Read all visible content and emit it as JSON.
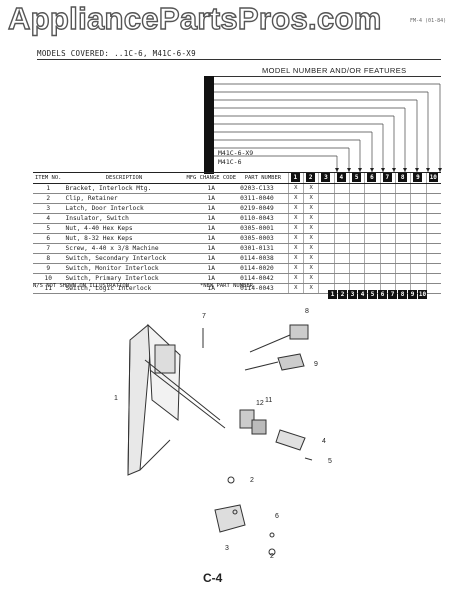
{
  "watermark": "AppliancePartsPros.com",
  "form_number": "FM-4 (01-84)",
  "models_covered_label": "MODELS COVERED:",
  "models_covered_value": "..1C-6, M41C-6-X9",
  "features_header": "MODEL NUMBER AND/OR FEATURES",
  "model_rows": [
    "M41C-6-X9",
    "M41C-6"
  ],
  "table": {
    "headers": {
      "no": "ITEM NO.",
      "desc": "DESCRIPTION",
      "code": "MFG CHANGE CODE",
      "part": "PART NUMBER"
    },
    "column_numbers": [
      "1",
      "2",
      "3",
      "4",
      "5",
      "6",
      "7",
      "8",
      "9",
      "10"
    ],
    "rows": [
      {
        "no": "1",
        "desc": "Bracket, Interlock Mtg.",
        "code": "1A",
        "part": "0203-C133",
        "m1": "X",
        "m2": "X"
      },
      {
        "no": "2",
        "desc": "Clip, Retainer",
        "code": "1A",
        "part": "0311-0040",
        "m1": "X",
        "m2": "X"
      },
      {
        "no": "3",
        "desc": "Latch, Door Interlock",
        "code": "1A",
        "part": "0219-0049",
        "m1": "X",
        "m2": "X"
      },
      {
        "no": "4",
        "desc": "Insulator, Switch",
        "code": "1A",
        "part": "0110-0043",
        "m1": "X",
        "m2": "X"
      },
      {
        "no": "5",
        "desc": "Nut, 4-40 Hex Keps",
        "code": "1A",
        "part": "0305-0001",
        "m1": "X",
        "m2": "X"
      },
      {
        "no": "6",
        "desc": "Nut, 8-32 Hex Keps",
        "code": "1A",
        "part": "0305-0003",
        "m1": "X",
        "m2": "X"
      },
      {
        "no": "7",
        "desc": "Screw, 4-40 x 3/8 Machine",
        "code": "1A",
        "part": "0301-0131",
        "m1": "X",
        "m2": "X"
      },
      {
        "no": "8",
        "desc": "Switch, Secondary Interlock",
        "code": "1A",
        "part": "0114-0038",
        "m1": "X",
        "m2": "X"
      },
      {
        "no": "9",
        "desc": "Switch, Monitor Interlock",
        "code": "1A",
        "part": "0114-0020",
        "m1": "X",
        "m2": "X"
      },
      {
        "no": "10",
        "desc": "Switch, Primary Interlock",
        "code": "1A",
        "part": "0114-0042",
        "m1": "X",
        "m2": "X"
      },
      {
        "no": "11",
        "desc": "Switch, Logic Interlock",
        "code": "1A",
        "part": "0114-0043",
        "m1": "X",
        "m2": "X"
      }
    ]
  },
  "legend_ns": "N/S NOT SHOWN ON ILLUSTRATION",
  "legend_new": "*NEW PART NUMBER",
  "callouts": [
    "7",
    "8",
    "9",
    "1",
    "12",
    "4",
    "5",
    "11",
    "2",
    "6",
    "3",
    "2"
  ],
  "page_number": "C-4"
}
